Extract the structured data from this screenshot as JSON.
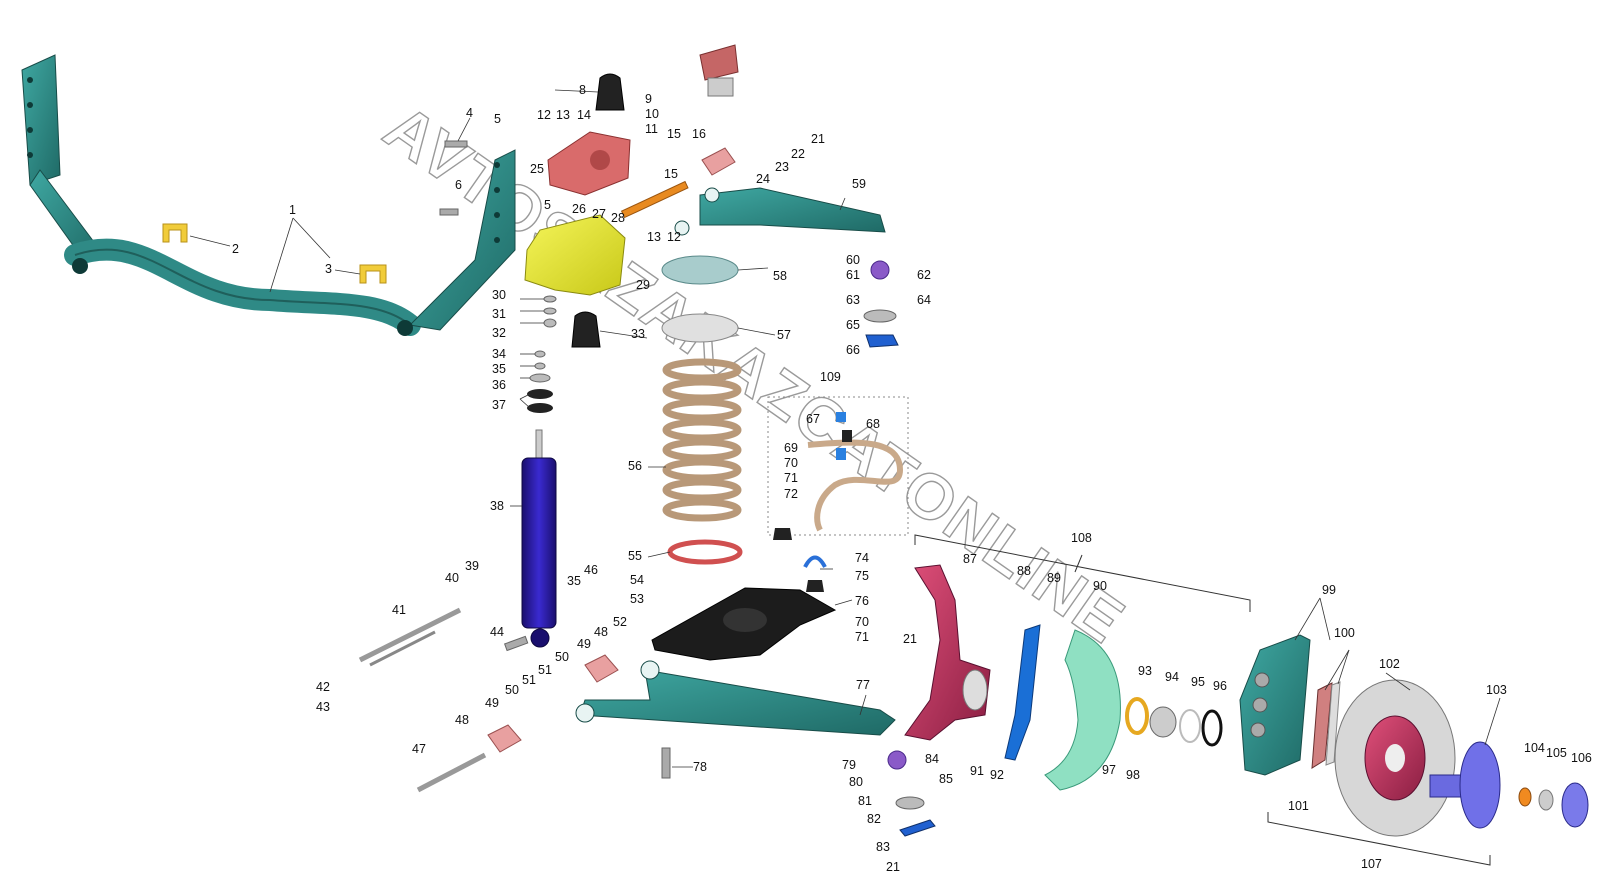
{
  "watermark": "AVTOSAZAKAZCATONLINE",
  "colors": {
    "teal": "#2f8a86",
    "yellow": "#e0e02a",
    "salmon": "#d96b6b",
    "navy": "#2a1a99",
    "spring": "#c9a98a",
    "crimson": "#b8325a",
    "blue": "#1a6fd6",
    "violet": "#6a6ae0",
    "mint": "#8fe0c2"
  },
  "labels": [
    "1",
    "2",
    "3",
    "4",
    "5",
    "5",
    "6",
    "8",
    "9",
    "10",
    "11",
    "12",
    "13",
    "14",
    "15",
    "15",
    "16",
    "21",
    "22",
    "23",
    "24",
    "25",
    "26",
    "27",
    "28",
    "13",
    "12",
    "29",
    "59",
    "58",
    "60",
    "61",
    "62",
    "63",
    "64",
    "65",
    "66",
    "57",
    "30",
    "31",
    "32",
    "33",
    "34",
    "35",
    "36",
    "37",
    "109",
    "67",
    "68",
    "69",
    "70",
    "71",
    "72",
    "56",
    "38",
    "55",
    "74",
    "75",
    "76",
    "70",
    "71",
    "54",
    "53",
    "39",
    "40",
    "46",
    "35",
    "41",
    "44",
    "52",
    "48",
    "49",
    "50",
    "51",
    "42",
    "43",
    "50",
    "51",
    "49",
    "48",
    "47",
    "77",
    "78",
    "79",
    "80",
    "81",
    "82",
    "83",
    "21",
    "84",
    "85",
    "87",
    "88",
    "89",
    "90",
    "108",
    "21",
    "91",
    "92",
    "93",
    "94",
    "95",
    "96",
    "97",
    "98",
    "99",
    "100",
    "102",
    "103",
    "101",
    "104",
    "105",
    "106",
    "107"
  ]
}
